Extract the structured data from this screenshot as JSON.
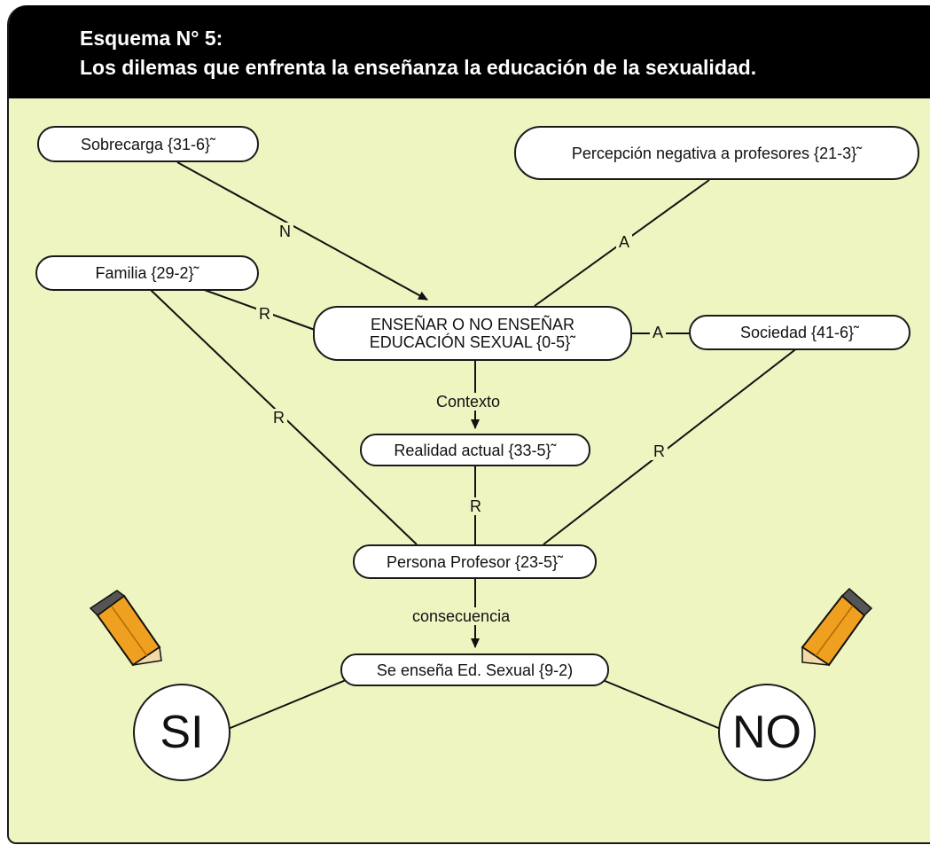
{
  "header": {
    "line1": "Esquema N° 5:",
    "line2": "Los dilemas que enfrenta la enseñanza la educación de la sexualidad."
  },
  "nodes": {
    "sobrecarga": "Sobrecarga {31-6}˜",
    "percepcion": "Percepción negativa a profesores {21-3}˜",
    "familia": "Familia {29-2}˜",
    "central_line1": "ENSEÑAR O NO ENSEÑAR",
    "central_line2": "EDUCACIÓN SEXUAL {0-5}˜",
    "sociedad": "Sociedad {41-6}˜",
    "realidad": "Realidad actual {33-5}˜",
    "persona": "Persona Profesor {23-5}˜",
    "se_ensena": "Se enseña Ed. Sexual {9-2)"
  },
  "edge_labels": {
    "sobrecarga_central": "N",
    "percepcion_central": "A",
    "familia_central": "R",
    "central_sociedad": "A",
    "central_realidad": "Contexto",
    "familia_persona": "R",
    "sociedad_persona": "R",
    "realidad_persona": "R",
    "persona_se_ensena": "consecuencia"
  },
  "outcomes": {
    "si": "SI",
    "no": "NO"
  },
  "colors": {
    "background": "#eef5c1",
    "header": "#000000",
    "pencil": "#f0a020"
  }
}
